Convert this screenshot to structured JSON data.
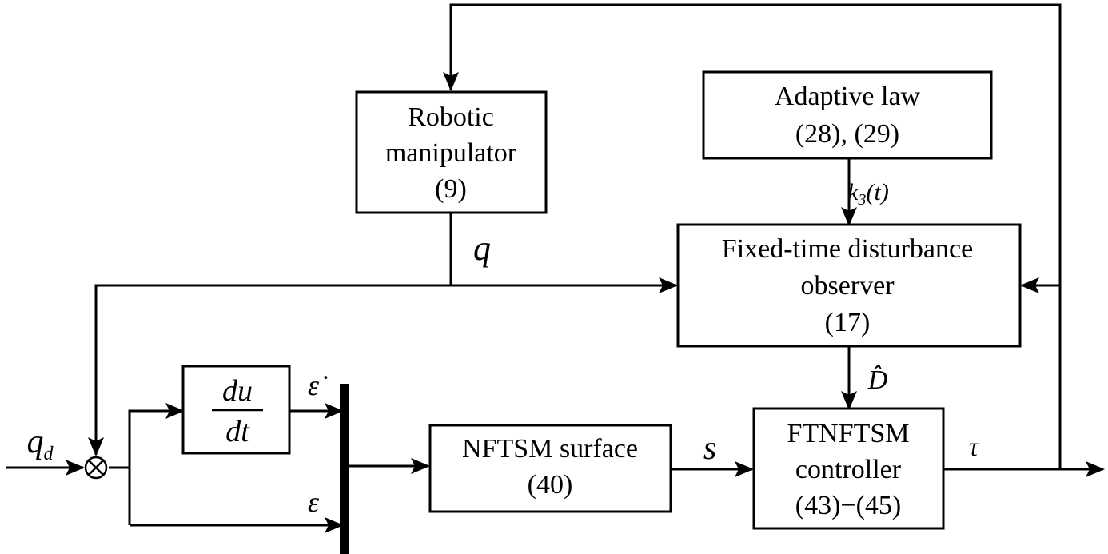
{
  "blocks": {
    "robot": {
      "lines": [
        "Robotic",
        "manipulator",
        "(9)"
      ]
    },
    "adaptive": {
      "lines": [
        "Adaptive law",
        "(28), (29)"
      ]
    },
    "observer": {
      "lines": [
        "Fixed-time disturbance",
        "observer",
        "(17)"
      ]
    },
    "derivative": {
      "numerator": "du",
      "denominator": "dt"
    },
    "surface": {
      "lines": [
        "NFTSM surface",
        "(40)"
      ]
    },
    "controller": {
      "lines": [
        "FTNFTSM",
        "controller",
        "(43)−(45)"
      ]
    }
  },
  "signals": {
    "q": "q",
    "qd_base": "q",
    "qd_sub": "d",
    "k3": "k",
    "k3_sub": "3",
    "k3_arg": "(t)",
    "d_hat": "D̂",
    "eps_dot": "ε̇",
    "eps": "ε",
    "s": "s",
    "tau": "τ"
  },
  "summing_junction": {
    "symbol": "⊗"
  },
  "colors": {
    "ink": "#000000",
    "background": "#ffffff"
  }
}
